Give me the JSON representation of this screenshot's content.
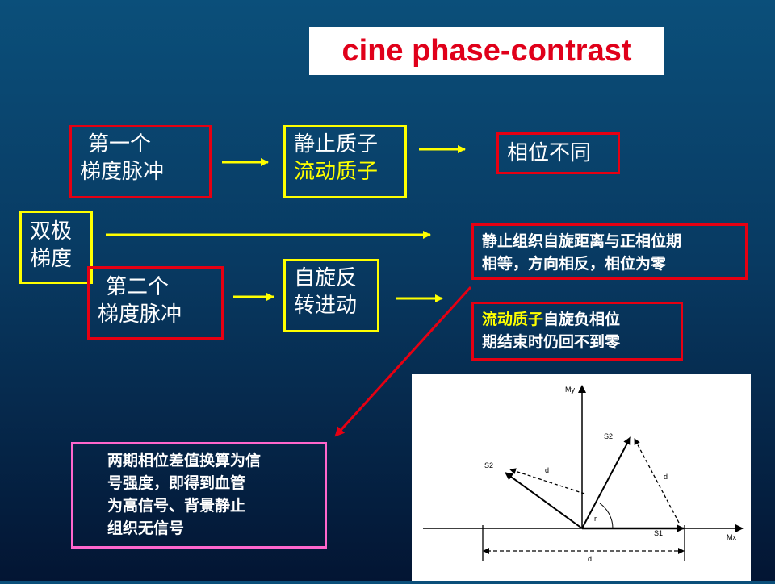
{
  "title": "cine phase-contrast",
  "boxes": {
    "first_pulse": [
      "第一个",
      "梯度脉冲"
    ],
    "static_flow": [
      "静止质子",
      "流动质子"
    ],
    "phase_diff": "相位不同",
    "bipolar": [
      "双极",
      "梯度"
    ],
    "second_pulse": [
      "第二个",
      "梯度脉冲"
    ],
    "reverse_spin": [
      "自旋反",
      "转进动"
    ],
    "static_result": [
      "静止组织自旋距离与正相位期",
      "相等，方向相反，相位为零"
    ],
    "flow_result": {
      "highlight": "流动质子",
      "rest": "自旋负相位",
      "line2": "期结束时仍回不到零"
    },
    "conclusion": [
      "两期相位差值换算为信",
      "号强度，即得到血管",
      "为高信号、背景静止",
      "组织无信号"
    ]
  },
  "vector_diagram": {
    "y_label": "My",
    "x_label": "Mx",
    "s2_right": "S2",
    "s2_left": "S2",
    "s1": "S1",
    "d_left": "d",
    "d_right": "d",
    "d_bottom": "d",
    "angle": "r"
  },
  "colors": {
    "border_red": "#e60012",
    "border_yellow": "#ffff00",
    "border_pink": "#ff66cc",
    "arrow_yellow": "#ffff00",
    "arrow_red": "#e60012",
    "title_red": "#e0001a"
  }
}
